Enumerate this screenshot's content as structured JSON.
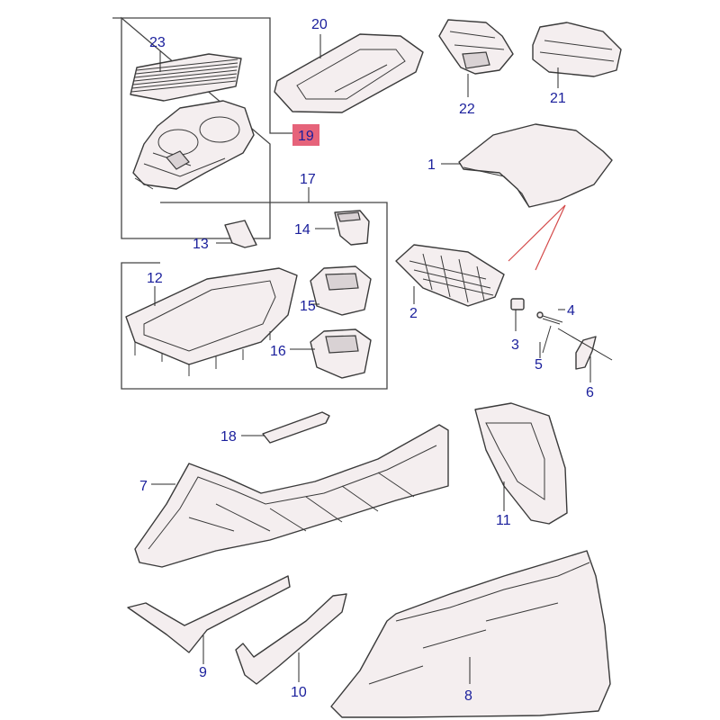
{
  "diagram": {
    "callouts": [
      {
        "id": "1",
        "label": "1"
      },
      {
        "id": "2",
        "label": "2"
      },
      {
        "id": "3",
        "label": "3"
      },
      {
        "id": "4",
        "label": "4"
      },
      {
        "id": "5",
        "label": "5"
      },
      {
        "id": "6",
        "label": "6"
      },
      {
        "id": "7",
        "label": "7"
      },
      {
        "id": "8",
        "label": "8"
      },
      {
        "id": "9",
        "label": "9"
      },
      {
        "id": "10",
        "label": "10"
      },
      {
        "id": "11",
        "label": "11"
      },
      {
        "id": "12",
        "label": "12"
      },
      {
        "id": "13",
        "label": "13"
      },
      {
        "id": "14",
        "label": "14"
      },
      {
        "id": "15",
        "label": "15"
      },
      {
        "id": "16",
        "label": "16"
      },
      {
        "id": "17",
        "label": "17"
      },
      {
        "id": "18",
        "label": "18"
      },
      {
        "id": "19",
        "label": "19"
      },
      {
        "id": "20",
        "label": "20"
      },
      {
        "id": "21",
        "label": "21"
      },
      {
        "id": "22",
        "label": "22"
      },
      {
        "id": "23",
        "label": "23"
      }
    ],
    "highlighted_callout": "19",
    "colors": {
      "callout_text": "#1a1f9c",
      "highlight_fill": "#e6637a",
      "pointer_lines": "#d44a4a",
      "line_art": "#3a3a3a"
    }
  }
}
